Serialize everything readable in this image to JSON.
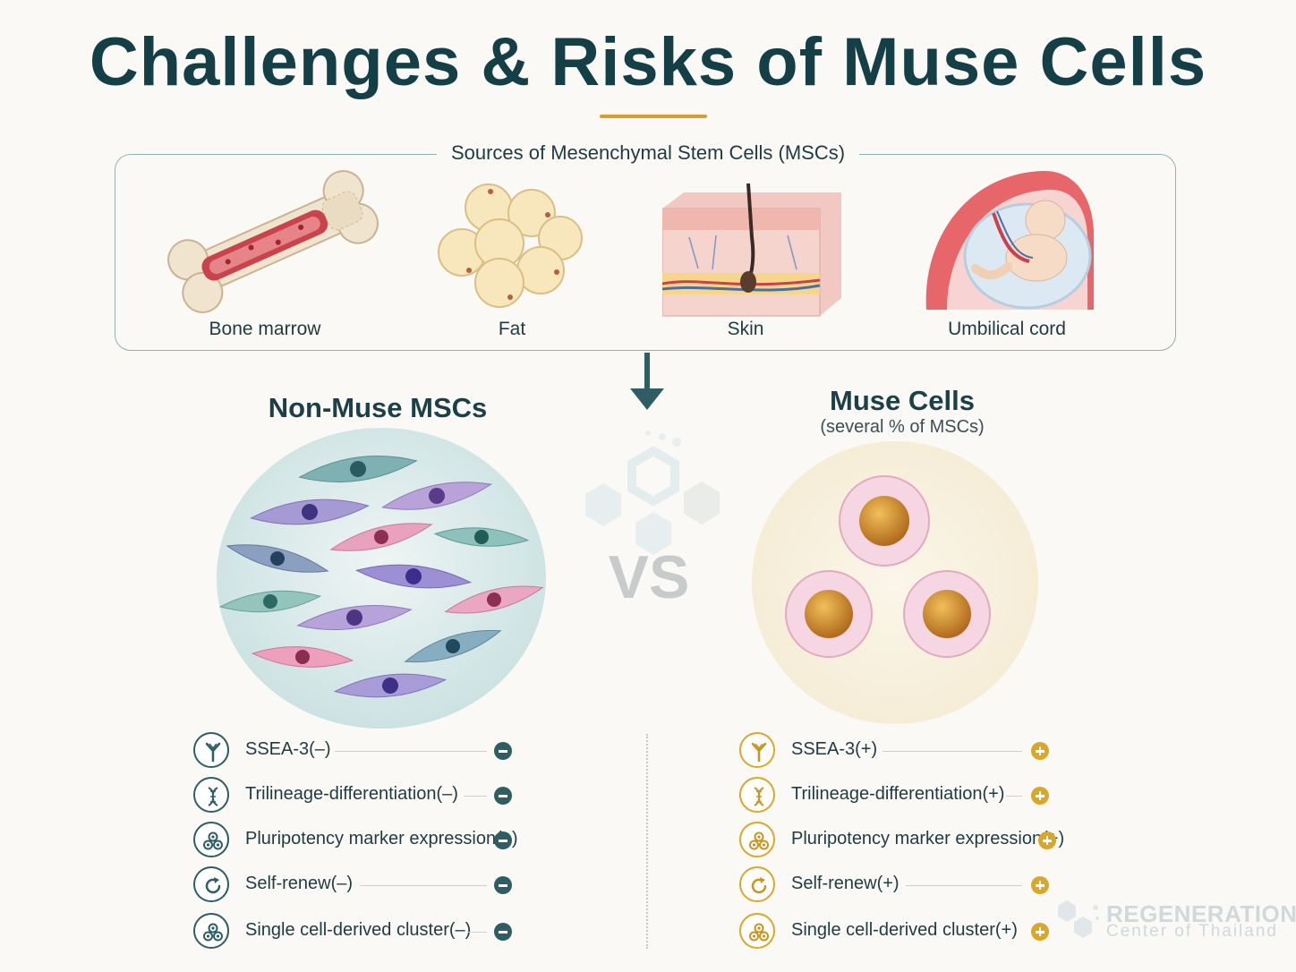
{
  "title": "Challenges & Risks of Muse Cells",
  "sources": {
    "heading": "Sources of Mesenchymal Stem Cells (MSCs)",
    "items": [
      {
        "label": "Bone marrow",
        "icon": "bone-marrow-icon"
      },
      {
        "label": "Fat",
        "icon": "fat-cells-icon"
      },
      {
        "label": "Skin",
        "icon": "skin-section-icon"
      },
      {
        "label": "Umbilical cord",
        "icon": "fetus-umbilical-cord-icon"
      }
    ]
  },
  "comparison": {
    "vs_label": "VS",
    "left": {
      "title": "Non-Muse MSCs",
      "markers": [
        {
          "label": "SSEA-3(–)",
          "icon": "antibody-icon",
          "sign": "minus"
        },
        {
          "label": "Trilineage-differentiation(–)",
          "icon": "dna-icon",
          "sign": "minus"
        },
        {
          "label": "Pluripotency marker expression(–)",
          "icon": "cell-cluster-icon",
          "sign": "minus"
        },
        {
          "label": "Self-renew(–)",
          "icon": "refresh-icon",
          "sign": "minus"
        },
        {
          "label": "Single cell-derived cluster(–)",
          "icon": "cell-cluster-icon",
          "sign": "minus"
        }
      ]
    },
    "right": {
      "title": "Muse Cells",
      "subtitle": "(several % of MSCs)",
      "markers": [
        {
          "label": "SSEA-3(+)",
          "icon": "antibody-icon",
          "sign": "plus"
        },
        {
          "label": "Trilineage-differentiation(+)",
          "icon": "dna-icon",
          "sign": "plus"
        },
        {
          "label": "Pluripotency marker expression(+)",
          "icon": "cell-cluster-icon",
          "sign": "plus"
        },
        {
          "label": "Self-renew(+)",
          "icon": "refresh-icon",
          "sign": "plus"
        },
        {
          "label": "Single cell-derived cluster(+)",
          "icon": "cell-cluster-icon",
          "sign": "plus"
        }
      ]
    }
  },
  "logo": {
    "name": "REGENERATION",
    "tagline": "Center of Thailand"
  },
  "colors": {
    "title": "#143f47",
    "accent_gold": "#d3a12f",
    "teal_outline": "#2e5d64",
    "minus_sign": "#2e5d64",
    "plus_sign": "#d9a72a"
  }
}
